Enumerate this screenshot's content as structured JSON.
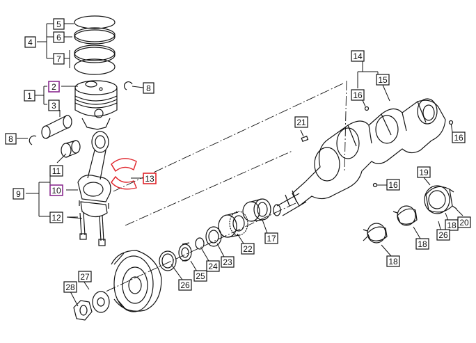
{
  "diagram": {
    "colors": {
      "line": "#111111",
      "callout_default": "#111111",
      "callout_selected_purple": "#8a2b8f",
      "callout_highlight_red": "#e0242b",
      "highlight_part": "#e0242b"
    },
    "callouts": [
      {
        "id": "c1",
        "label": "1",
        "state": "normal"
      },
      {
        "id": "c2",
        "label": "2",
        "state": "purple"
      },
      {
        "id": "c3",
        "label": "3",
        "state": "normal"
      },
      {
        "id": "c4",
        "label": "4",
        "state": "normal"
      },
      {
        "id": "c5",
        "label": "5",
        "state": "normal"
      },
      {
        "id": "c6",
        "label": "6",
        "state": "normal"
      },
      {
        "id": "c7",
        "label": "7",
        "state": "normal"
      },
      {
        "id": "c8a",
        "label": "8",
        "state": "normal"
      },
      {
        "id": "c8b",
        "label": "8",
        "state": "normal"
      },
      {
        "id": "c9",
        "label": "9",
        "state": "normal"
      },
      {
        "id": "c10",
        "label": "10",
        "state": "purple"
      },
      {
        "id": "c11",
        "label": "11",
        "state": "normal"
      },
      {
        "id": "c12",
        "label": "12",
        "state": "normal"
      },
      {
        "id": "c13",
        "label": "13",
        "state": "red"
      },
      {
        "id": "c14",
        "label": "14",
        "state": "normal"
      },
      {
        "id": "c15",
        "label": "15",
        "state": "normal"
      },
      {
        "id": "c16a",
        "label": "16",
        "state": "normal"
      },
      {
        "id": "c16b",
        "label": "16",
        "state": "normal"
      },
      {
        "id": "c16c",
        "label": "16",
        "state": "normal"
      },
      {
        "id": "c17",
        "label": "17",
        "state": "normal"
      },
      {
        "id": "c18a",
        "label": "18",
        "state": "normal"
      },
      {
        "id": "c18b",
        "label": "18",
        "state": "normal"
      },
      {
        "id": "c18c",
        "label": "18",
        "state": "normal"
      },
      {
        "id": "c19",
        "label": "19",
        "state": "normal"
      },
      {
        "id": "c20",
        "label": "20",
        "state": "normal"
      },
      {
        "id": "c21",
        "label": "21",
        "state": "normal"
      },
      {
        "id": "c22",
        "label": "22",
        "state": "normal"
      },
      {
        "id": "c23",
        "label": "23",
        "state": "normal"
      },
      {
        "id": "c24",
        "label": "24",
        "state": "normal"
      },
      {
        "id": "c25",
        "label": "25",
        "state": "normal"
      },
      {
        "id": "c26a",
        "label": "26",
        "state": "normal"
      },
      {
        "id": "c26b",
        "label": "26",
        "state": "normal"
      },
      {
        "id": "c27",
        "label": "27",
        "state": "normal"
      },
      {
        "id": "c28",
        "label": "28",
        "state": "normal"
      }
    ]
  }
}
